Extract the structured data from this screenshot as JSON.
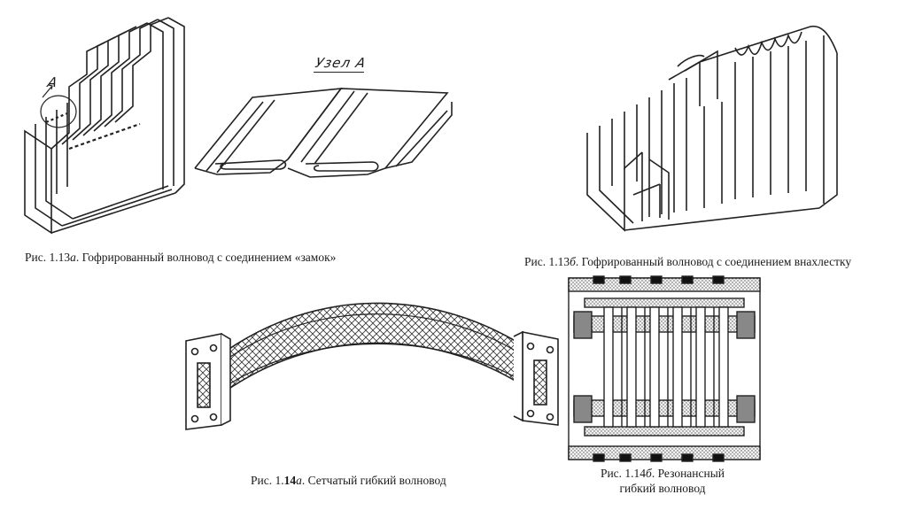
{
  "fig_113a": {
    "num_prefix": "Рис. 1.13",
    "num_letter": "а",
    "caption": ". Гофрированный волновод с соединением «замок»",
    "marker": "А",
    "node_label": "Узел А"
  },
  "fig_113b": {
    "num_prefix": "Рис. 1.13",
    "num_letter": "б",
    "caption": ". Гофрированный волновод с соединением внахлестку"
  },
  "fig_114a": {
    "num_prefix": "Рис. 1.",
    "num_bold": "14",
    "num_letter": "а",
    "caption": ". Сетчатый гибкий волновод"
  },
  "fig_114b": {
    "num_prefix": "Рис. 1.14",
    "num_letter": "б",
    "caption_line1": ". Резонансный",
    "caption_line2": "гибкий волновод"
  }
}
